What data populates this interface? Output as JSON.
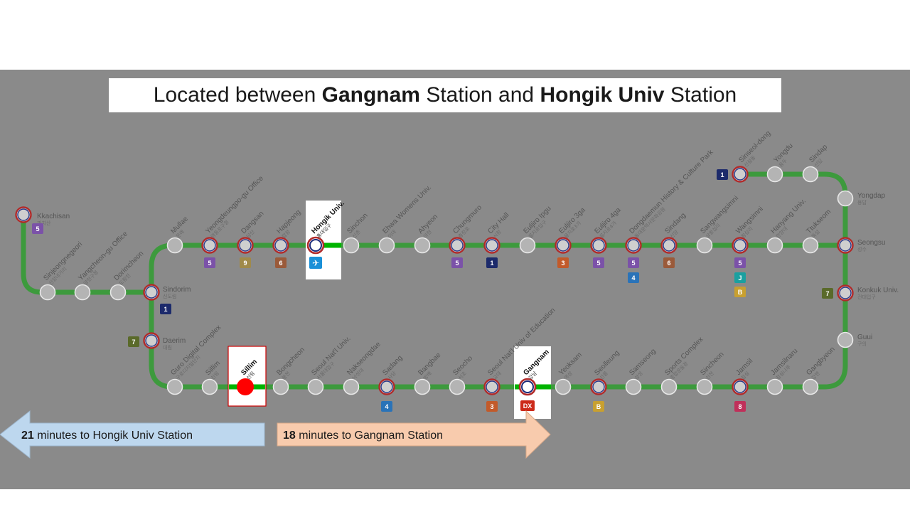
{
  "title": {
    "prefix": "Located between ",
    "bold1": "Gangnam",
    "middle": " Station and ",
    "bold2": "Hongik Univ",
    "suffix": " Station"
  },
  "colors": {
    "background": "#8a8a8a",
    "line2": "#3d9a3d",
    "station_fill": "#b4b4b4",
    "highlight_green": "#00b400",
    "current_station": "#ff0000",
    "arrow_left": "#bdd7ee",
    "arrow_right": "#f8cbad",
    "badge_1": "#1c2a6b",
    "badge_3": "#c25a2a",
    "badge_4": "#2a73b8",
    "badge_5": "#7b52a8",
    "badge_6": "#9a5a3a",
    "badge_7": "#5a6a2a",
    "badge_8": "#c0305a",
    "badge_9": "#a08a4a",
    "badge_J": "#1aa0a0",
    "badge_B": "#c8a030",
    "badge_DX": "#cc2a1a",
    "badge_airport": "#1a90d8"
  },
  "branch": [
    {
      "name": "Kkachisan",
      "ko": "까치산"
    },
    {
      "name": "Sinjeongnegeori",
      "ko": "신정네거리"
    },
    {
      "name": "Yangcheon-gu Office",
      "ko": "양천구청"
    },
    {
      "name": "Dorimcheon",
      "ko": "도림천"
    }
  ],
  "top_row": [
    {
      "name": "Mullae",
      "ko": "문래"
    },
    {
      "name": "Yeongdeungpo-gu Office",
      "ko": "영등포구청"
    },
    {
      "name": "Dangsan",
      "ko": "당산"
    },
    {
      "name": "Hapjeong",
      "ko": "합정"
    },
    {
      "name": "Hongik Univ.",
      "ko": "홍대입구"
    },
    {
      "name": "Sinchon",
      "ko": "신촌"
    },
    {
      "name": "Ehwa Womens Univ.",
      "ko": "이대"
    },
    {
      "name": "Ahyeon",
      "ko": "아현"
    },
    {
      "name": "Chungmuro",
      "ko": "충정로"
    },
    {
      "name": "City Hall",
      "ko": "시청"
    },
    {
      "name": "Euljiro Ipgu",
      "ko": "을지로입구"
    },
    {
      "name": "Euljiro 3ga",
      "ko": "을지로3가"
    },
    {
      "name": "Euljiro 4ga",
      "ko": "을지로4가"
    },
    {
      "name": "Dongdaemun History & Culture Park",
      "ko": "동대문역사문화공원"
    },
    {
      "name": "Sindang",
      "ko": "신당"
    },
    {
      "name": "Sangwangsimni",
      "ko": "상왕십리"
    },
    {
      "name": "Wangsimni",
      "ko": "왕십리"
    },
    {
      "name": "Hanyang Univ.",
      "ko": "한양대"
    },
    {
      "name": "Ttukseom",
      "ko": "뚝섬"
    }
  ],
  "top_right": [
    {
      "name": "Sinseol-dong",
      "ko": "신설동"
    },
    {
      "name": "Yongdu",
      "ko": "용두"
    },
    {
      "name": "Sindap",
      "ko": "신답"
    }
  ],
  "right_col": [
    {
      "name": "Yongdap",
      "ko": "용답"
    },
    {
      "name": "Seongsu",
      "ko": "성수"
    },
    {
      "name": "Konkuk Univ.",
      "ko": "건대입구"
    },
    {
      "name": "Guui",
      "ko": "구의"
    }
  ],
  "left_col": [
    {
      "name": "Sindorim",
      "ko": "신도림"
    },
    {
      "name": "Daerim",
      "ko": "대림"
    }
  ],
  "bottom_row": [
    {
      "name": "Guro Digital Complex",
      "ko": "구로디지털단지"
    },
    {
      "name": "Sillim",
      "ko": "신림"
    },
    {
      "name": "Sillim",
      "ko": "신림"
    },
    {
      "name": "Bongcheon",
      "ko": "봉천"
    },
    {
      "name": "Seoul Nat'l Univ.",
      "ko": "서울대입구"
    },
    {
      "name": "Nakseongdae",
      "ko": "낙성대"
    },
    {
      "name": "Sadang",
      "ko": "사당"
    },
    {
      "name": "Bangbae",
      "ko": "방배"
    },
    {
      "name": "Seocho",
      "ko": "서초"
    },
    {
      "name": "Seoul Nat'l Univ of Education",
      "ko": "교대"
    },
    {
      "name": "Gangnam",
      "ko": "강남"
    },
    {
      "name": "Yeoksam",
      "ko": "역삼"
    },
    {
      "name": "Seolleung",
      "ko": "선릉"
    },
    {
      "name": "Samseong",
      "ko": "삼성"
    },
    {
      "name": "Sports Complex",
      "ko": "종합운동장"
    },
    {
      "name": "Sincheon",
      "ko": "신천"
    },
    {
      "name": "Jamsil",
      "ko": "잠실"
    },
    {
      "name": "Jamsilnaru",
      "ko": "잠실나루"
    },
    {
      "name": "Gangbyeon",
      "ko": "강변"
    }
  ],
  "badges": {
    "kkachisan": "5",
    "yeongdeungpo": "5",
    "dangsan": "9",
    "hapjeong": "6",
    "chungmuro": "5",
    "cityhall": "1",
    "euljiro3": "3",
    "euljiro4": "5",
    "dongdaemun_a": "5",
    "dongdaemun_b": "4",
    "sindang": "6",
    "wangsimni_a": "5",
    "wangsimni_b": "J",
    "wangsimni_c": "B",
    "sinseol": "1",
    "konkuk": "7",
    "sindorim": "1",
    "daerim": "7",
    "sadang": "4",
    "gyodae": "3",
    "gangnam": "DX",
    "seolleung": "B",
    "jamsil": "8"
  },
  "arrows": {
    "left_number": "21",
    "left_text": " minutes to Hongik Univ Station",
    "right_number": "18",
    "right_text": " minutes to Gangnam Station"
  }
}
